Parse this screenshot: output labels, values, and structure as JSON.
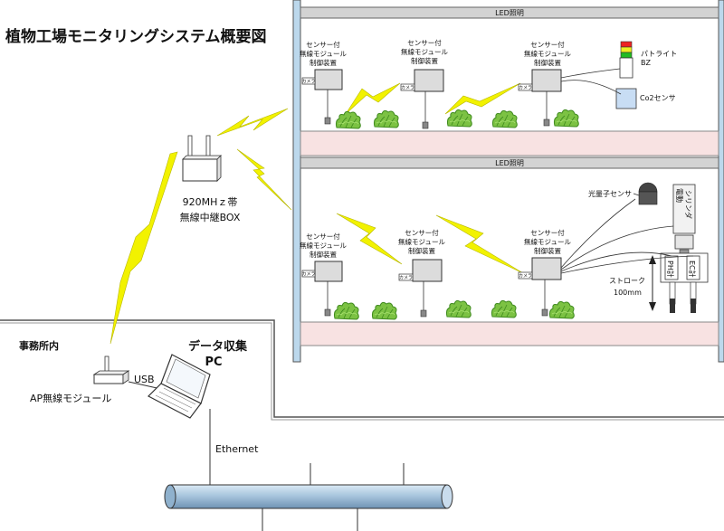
{
  "title": "植物工場モニタリングシステム概要図",
  "shelves": [
    {
      "led_label": "LED照明"
    },
    {
      "led_label": "LED照明"
    }
  ],
  "module": {
    "line1": "センサー付",
    "line2": "無線モジュール",
    "line3": "制御装置",
    "camera_label": "カメラ"
  },
  "patlite": {
    "line1": "パトライト",
    "line2": "BZ"
  },
  "co2_sensor": "Co2センサ",
  "light_sensor": "光量子センサ",
  "cylinder": {
    "line1": "電動",
    "line2": "シリンダ"
  },
  "ph_meter": "PH計",
  "ec_meter": "EC計",
  "stroke": {
    "line1": "ストローク",
    "line2": "100mm"
  },
  "relay_box": {
    "line1": "920MHｚ帯",
    "line2": "無線中継BOX"
  },
  "office_label": "事務所内",
  "ap_module": "AP無線モジュール",
  "usb_label": "USB",
  "pc": {
    "line1": "データ収集",
    "line2": "PC"
  },
  "network": "Ethernet",
  "colors": {
    "bolt": "#f2f200",
    "shelf_pink": "#f8e2e2",
    "post_blue": "#bcd8ec",
    "cable": "#b0cce2",
    "led_bar": "#d3d3d3",
    "co2_box": "#c8ddf4"
  }
}
